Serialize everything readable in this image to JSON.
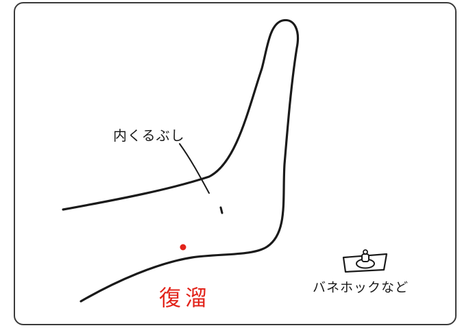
{
  "labels": {
    "ankle_bone": "内くるぶし",
    "acupoint": "復溜",
    "tool_note": "バネホックなど"
  },
  "colors": {
    "stroke": "#1a1a1a",
    "acupoint": "#e2231a",
    "frame": "#3a3a3a"
  },
  "icons": {
    "tool": "snap-button-icon"
  }
}
